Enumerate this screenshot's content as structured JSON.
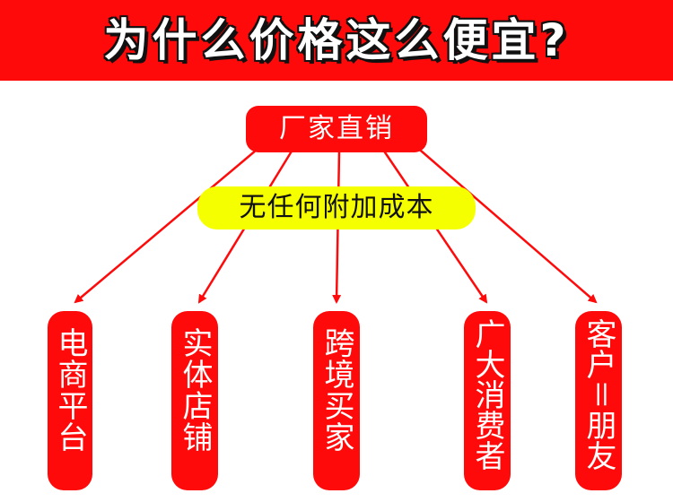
{
  "banner": {
    "title": "为什么价格这么便宜?",
    "color": "#ff0a0a"
  },
  "diagram": {
    "root": "厂家直销",
    "note": "无任何附加成本",
    "leaves": [
      "电商平台",
      "实体店铺",
      "跨境买家",
      "广大消费者",
      "客户＝朋友"
    ],
    "colors": {
      "box": "#ff0a0a",
      "note_bg": "#f5ff00",
      "arrow": "#ff0a0a",
      "text_on_box": "#ffffff"
    }
  }
}
